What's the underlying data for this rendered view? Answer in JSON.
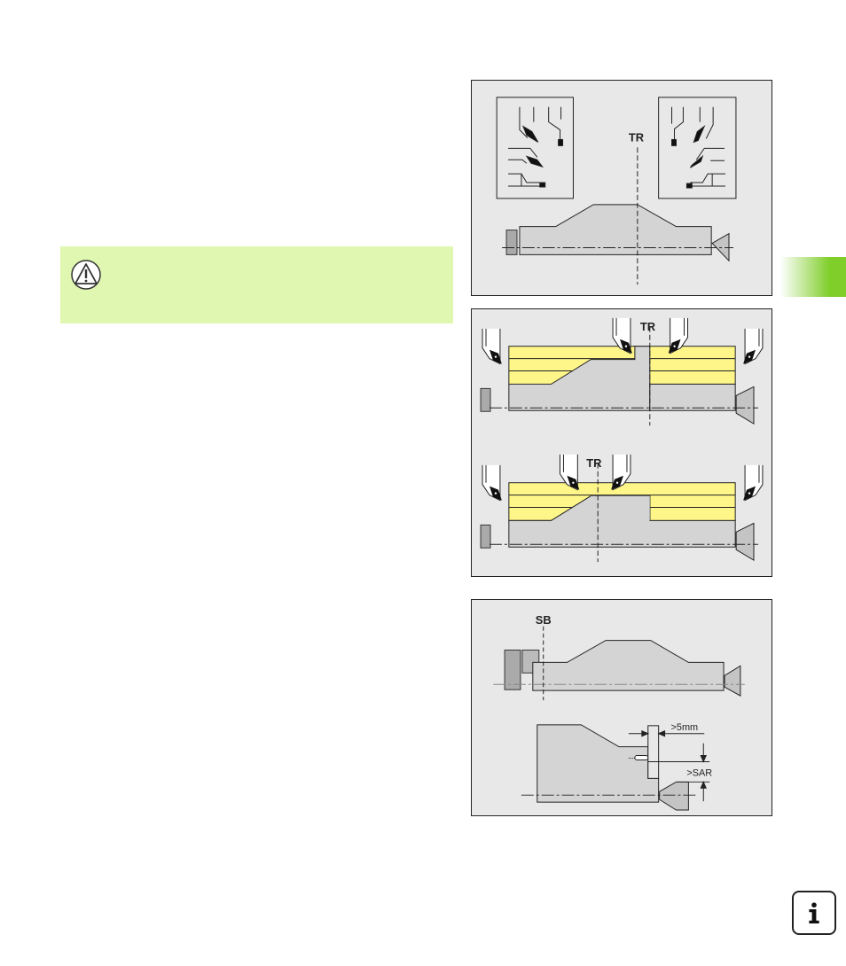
{
  "figure_1": {
    "label_tr": "TR"
  },
  "figure_2": {
    "label_tr_top": "TR",
    "label_tr_bottom": "TR"
  },
  "figure_3": {
    "label_sb": "SB",
    "dim_5mm": ">5mm",
    "dim_sar": ">SAR"
  },
  "icons": {
    "warning": "warning-triangle-icon",
    "info": "info-icon"
  },
  "colors": {
    "note_bg": "#dff7b0",
    "tab_accent": "#7fce2a",
    "stock": "#fff68a",
    "workpiece": "#d4d4d4"
  }
}
